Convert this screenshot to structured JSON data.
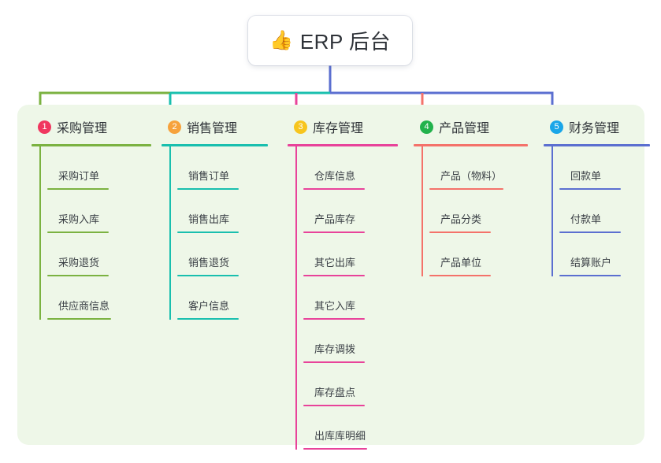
{
  "root": {
    "icon": "thumbs-up-icon",
    "emoji": "👍",
    "title": "ERP 后台"
  },
  "palette": {
    "panel_bg": "#eef7e8",
    "page_bg": "#ffffff",
    "card_bg": "#ffffff",
    "text": "#2f3338",
    "green": "#7bb241",
    "teal": "#19bfae",
    "pink": "#e8439a",
    "salmon": "#f4726a",
    "blue": "#5b6fd0",
    "badge_red": "#f0375f",
    "badge_orange": "#f6a23c",
    "badge_yellow": "#f7c51e",
    "badge_green": "#22b24c",
    "badge_blue": "#1aa6e8"
  },
  "connectors": {
    "trunk_color": "#5b6fd0",
    "bus_segments": [
      {
        "name": "bus-segment-green",
        "color": "#7bb241"
      },
      {
        "name": "bus-segment-teal",
        "color": "#19bfae"
      },
      {
        "name": "bus-segment-blue",
        "color": "#5b6fd0"
      }
    ],
    "drops": [
      {
        "name": "drop-purchasing",
        "color": "#7bb241"
      },
      {
        "name": "drop-sales",
        "color": "#19bfae"
      },
      {
        "name": "drop-inventory",
        "color": "#e8439a"
      },
      {
        "name": "drop-product",
        "color": "#f4726a"
      },
      {
        "name": "drop-finance",
        "color": "#5b6fd0"
      }
    ]
  },
  "columns": [
    {
      "id": "purchasing",
      "number": "1",
      "title": "采购管理",
      "badge_color": "#f0375f",
      "line_color": "#7bb241",
      "items": [
        {
          "label": "采购订单"
        },
        {
          "label": "采购入库"
        },
        {
          "label": "采购退货"
        },
        {
          "label": "供应商信息"
        }
      ]
    },
    {
      "id": "sales",
      "number": "2",
      "title": "销售管理",
      "badge_color": "#f6a23c",
      "line_color": "#19bfae",
      "items": [
        {
          "label": "销售订单"
        },
        {
          "label": "销售出库"
        },
        {
          "label": "销售退货"
        },
        {
          "label": "客户信息"
        }
      ]
    },
    {
      "id": "inventory",
      "number": "3",
      "title": "库存管理",
      "badge_color": "#f7c51e",
      "line_color": "#e8439a",
      "items": [
        {
          "label": "仓库信息"
        },
        {
          "label": "产品库存"
        },
        {
          "label": "其它出库"
        },
        {
          "label": "其它入库"
        },
        {
          "label": "库存调拨"
        },
        {
          "label": "库存盘点"
        },
        {
          "label": "出库库明细"
        }
      ]
    },
    {
      "id": "product",
      "number": "4",
      "title": "产品管理",
      "badge_color": "#22b24c",
      "line_color": "#f4726a",
      "items": [
        {
          "label": "产品（物料）"
        },
        {
          "label": "产品分类"
        },
        {
          "label": "产品单位"
        }
      ]
    },
    {
      "id": "finance",
      "number": "5",
      "title": "财务管理",
      "badge_color": "#1aa6e8",
      "line_color": "#5b6fd0",
      "items": [
        {
          "label": "回款单"
        },
        {
          "label": "付款单"
        },
        {
          "label": "结算账户"
        }
      ]
    }
  ]
}
